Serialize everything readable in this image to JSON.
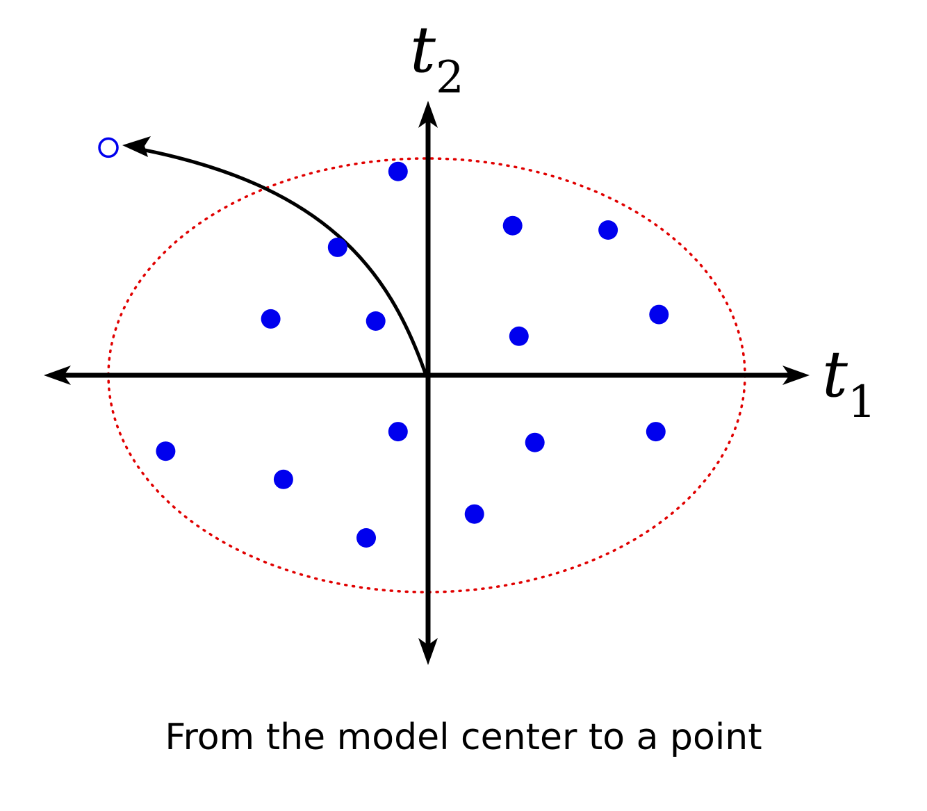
{
  "labels": {
    "t1_var": "t",
    "t1_sub": "1",
    "t2_var": "t",
    "t2_sub": "2"
  },
  "caption": "From the model center to a point",
  "colors": {
    "axes": "#000000",
    "ellipse": "#e00000",
    "points": "#0000ee",
    "outlier": "#0000ee",
    "curve": "#000000"
  },
  "data_points": [
    {
      "t1": -0.09,
      "t2": 0.94
    },
    {
      "t1": 0.27,
      "t2": 0.69
    },
    {
      "t1": 0.57,
      "t2": 0.67
    },
    {
      "t1": -0.28,
      "t2": 0.59
    },
    {
      "t1": -0.49,
      "t2": 0.26
    },
    {
      "t1": -0.16,
      "t2": 0.25
    },
    {
      "t1": 0.29,
      "t2": 0.18
    },
    {
      "t1": 0.73,
      "t2": 0.28
    },
    {
      "t1": -0.09,
      "t2": -0.26
    },
    {
      "t1": 0.34,
      "t2": -0.31
    },
    {
      "t1": 0.72,
      "t2": -0.26
    },
    {
      "t1": -0.82,
      "t2": -0.35
    },
    {
      "t1": -0.45,
      "t2": -0.48
    },
    {
      "t1": 0.15,
      "t2": -0.64
    },
    {
      "t1": -0.19,
      "t2": -0.75
    }
  ],
  "outlier_point": {
    "t1": -1.0,
    "t2": 1.05
  }
}
